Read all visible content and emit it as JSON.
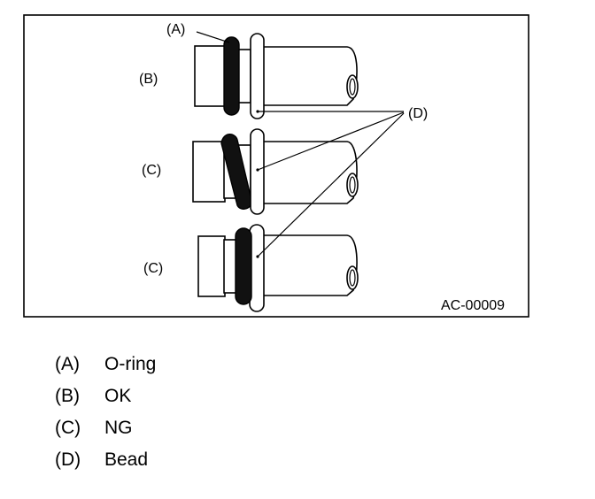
{
  "diagram": {
    "figure_code": "AC-00009",
    "callouts": {
      "a": "(A)",
      "b": "(B)",
      "c_upper": "(C)",
      "c_lower": "(C)",
      "d": "(D)"
    }
  },
  "legend": [
    {
      "key": "(A)",
      "label": "O-ring"
    },
    {
      "key": "(B)",
      "label": "OK"
    },
    {
      "key": "(C)",
      "label": "NG"
    },
    {
      "key": "(D)",
      "label": "Bead"
    }
  ]
}
